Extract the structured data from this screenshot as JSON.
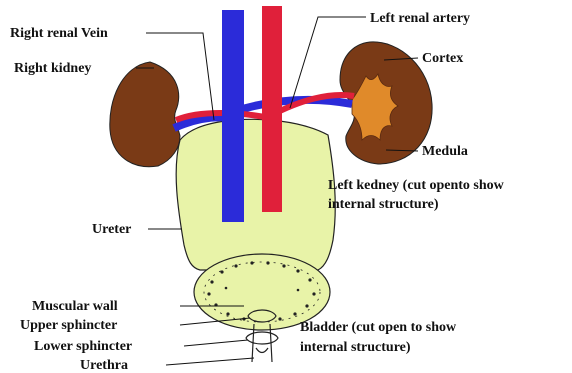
{
  "labels": {
    "right_renal_vein": "Right renal Vein",
    "right_kidney": "Right kidney",
    "left_renal_artery": "Left renal artery",
    "cortex": "Cortex",
    "medula": "Medula",
    "left_kidney_line1": "Left kedney (cut opento show",
    "left_kidney_line2": "internal structure)",
    "ureter": "Ureter",
    "muscular_wall": "Muscular wall",
    "upper_sphincter": "Upper sphincter",
    "lower_sphincter": "Lower sphincter",
    "urethra": "Urethra",
    "bladder_line1": "Bladder (cut open to show",
    "bladder_line2": "internal structure)"
  },
  "colors": {
    "kidney": "#7a3a16",
    "medulla": "#e08a2a",
    "ureter_fill": "#e8f3a8",
    "vein": "#2b2bd9",
    "artery": "#e0203a",
    "outline": "#222222"
  }
}
